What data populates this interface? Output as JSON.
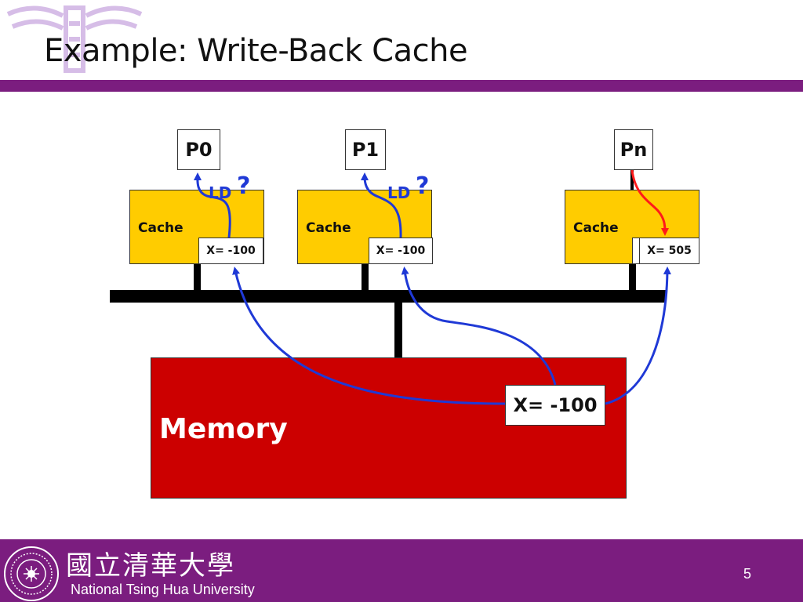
{
  "slide": {
    "title": "Example: Write-Back Cache"
  },
  "processors": [
    {
      "label": "P0"
    },
    {
      "label": "P1"
    },
    {
      "label": "Pn"
    }
  ],
  "caches": [
    {
      "label": "Cache",
      "line": "X= -100"
    },
    {
      "label": "Cache",
      "line": "X= -100"
    },
    {
      "label": "Cache",
      "line": "X= 505"
    }
  ],
  "annotations": {
    "p0_load": "LD",
    "p0_question": "?",
    "p1_load": "LD",
    "p1_question": "?"
  },
  "memory": {
    "label": "Memory",
    "value": "X= -100"
  },
  "footer": {
    "university_cn": "國立清華大學",
    "university_en": "National Tsing Hua University",
    "page_number": "5"
  },
  "colors": {
    "accent_purple": "#7b1d7f",
    "cache_yellow": "#ffcc00",
    "memory_red": "#cc0000",
    "read_path_blue": "#1f39d6",
    "write_path_red": "#ff1a1a"
  },
  "icons": {
    "header_logo": "university-logo-watermark",
    "footer_seal": "university-seal-icon"
  }
}
